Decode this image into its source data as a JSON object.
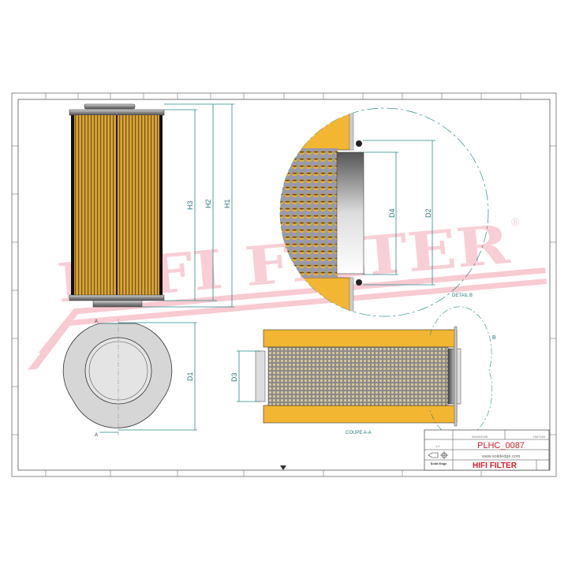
{
  "watermark": {
    "text": "HIFI FILTER",
    "registered": "®",
    "color": "#f3b7c0"
  },
  "dimensions": {
    "h1": "H1",
    "h2": "H2",
    "h3": "H3",
    "d1": "D1",
    "d2": "D2",
    "d3": "D3",
    "d4": "D4"
  },
  "section_marks": {
    "top": "A",
    "bottom": "A",
    "detail": "B"
  },
  "labels": {
    "detail": "DETAIL B",
    "section": "COUPE A-A"
  },
  "title_block": {
    "date": "20/03/2008",
    "drawing_no": "HM7100",
    "scale": "1:2",
    "part_number": "PLHC_0087",
    "website": "www.solidedge.com",
    "software": "Solid Edge",
    "brand": "HIFI FILTER",
    "brand_color": "#d0202a"
  },
  "colors": {
    "media": "#c99a2e",
    "seal": "#f2b632",
    "dimension": "#2a8a8a"
  }
}
